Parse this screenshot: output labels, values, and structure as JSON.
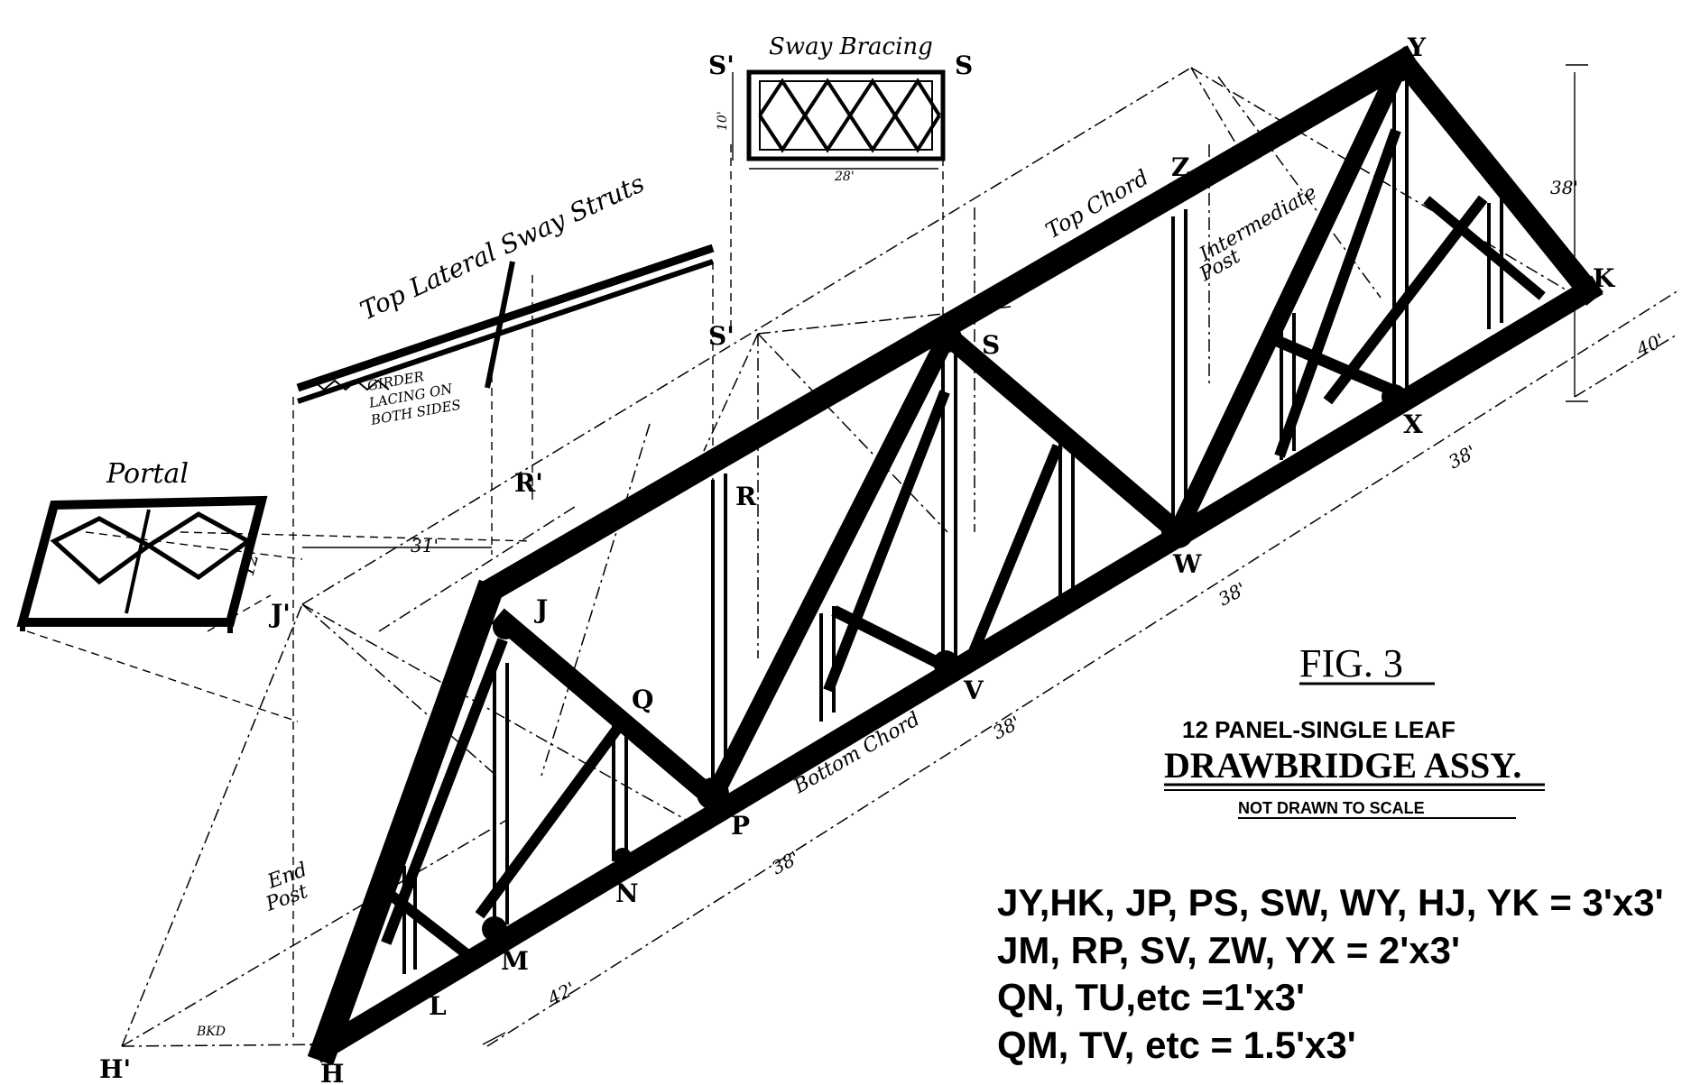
{
  "figure": {
    "fig_label": "FIG. 3",
    "subtitle": "12 PANEL-SINGLE LEAF",
    "title": "DRAWBRIDGE ASSY.",
    "note": "NOT DRAWN TO SCALE",
    "initials": "BKD"
  },
  "callouts": {
    "sway_bracing": "Sway Bracing",
    "top_lateral": "Top Lateral Sway Struts",
    "girder_lacing_1": "GIRDER",
    "girder_lacing_2": "LACING ON",
    "girder_lacing_3": "BOTH SIDES",
    "portal": "Portal",
    "top_chord": "Top Chord",
    "intermediate_post_1": "Intermediate",
    "intermediate_post_2": "Post",
    "bottom_chord": "Bottom Chord",
    "end_post_1": "End",
    "end_post_2": "Post"
  },
  "nodes": {
    "Y": "Y",
    "K": "K",
    "X": "X",
    "W": "W",
    "S": "S",
    "Z": "Z",
    "V": "V",
    "R": "R",
    "P": "P",
    "Q": "Q",
    "J": "J",
    "N": "N",
    "M": "M",
    "L": "L",
    "H": "H",
    "H_prime": "H'",
    "J_prime": "J'",
    "R_prime": "R'",
    "S_prime_low": "S'",
    "S_prime_top": "S'",
    "S_top": "S"
  },
  "dimensions": {
    "height": "38'",
    "width": "40'",
    "panel_XW": "38'",
    "panel_WV": "38'",
    "panel_VP": "38'",
    "panel_PN": "38'",
    "panel_HL": "42'",
    "portal_span": "31'",
    "portal_height": "12'",
    "sway_width": "28'",
    "sway_height": "10'"
  },
  "member_sizes": [
    "JY,HK, JP, PS, SW, WY, HJ, YK =  3'x3'",
    "JM, RP, SV, ZW, YX = 2'x3'",
    "QN, TU,etc =1'x3'",
    "QM, TV, etc = 1.5'x3'"
  ]
}
